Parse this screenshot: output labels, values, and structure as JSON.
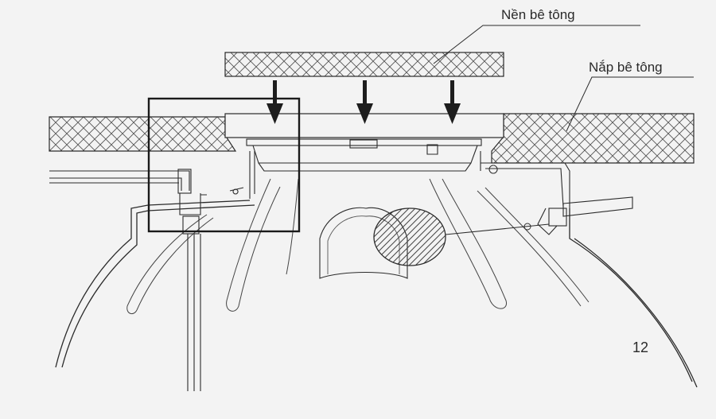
{
  "labels": {
    "concrete_base": "Nền bê tông",
    "concrete_lid": "Nắp bê tông"
  },
  "page_number": "12",
  "colors": {
    "line": "#2b2b2b",
    "background": "#f3f3f3",
    "hatch": "#555555",
    "label_text": "#2a2a2a"
  },
  "icons": [
    "down-arrow-icon",
    "down-arrow-icon",
    "down-arrow-icon"
  ]
}
